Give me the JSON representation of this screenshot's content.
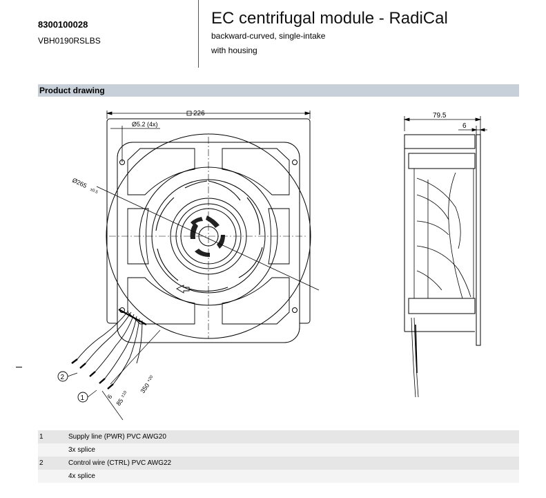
{
  "header": {
    "part_number": "8300100028",
    "type_code": "VBH0190RSLBS",
    "title": "EC centrifugal module - RadiCal",
    "subtitle_1": "backward-curved, single-intake",
    "subtitle_2": "with housing"
  },
  "section": {
    "title": "Product drawing"
  },
  "drawing": {
    "dim_square": "226",
    "dim_hole": "Ø5.2 (4x)",
    "dim_diameter": "Ø265",
    "dim_diameter_tol": "±0.5",
    "dim_depth": "79.5",
    "dim_flange": "6",
    "dim_strip": "6",
    "dim_lead_short": "85",
    "dim_lead_short_tol": "±10",
    "dim_lead_long": "350",
    "dim_lead_long_tol": "+20",
    "callout_1": "1",
    "callout_2": "2"
  },
  "legend": [
    {
      "num": "1",
      "text": "Supply line (PWR) PVC AWG20"
    },
    {
      "num": "",
      "text": "3x splice"
    },
    {
      "num": "2",
      "text": "Control wire (CTRL) PVC AWG22"
    },
    {
      "num": "",
      "text": "4x splice"
    }
  ]
}
